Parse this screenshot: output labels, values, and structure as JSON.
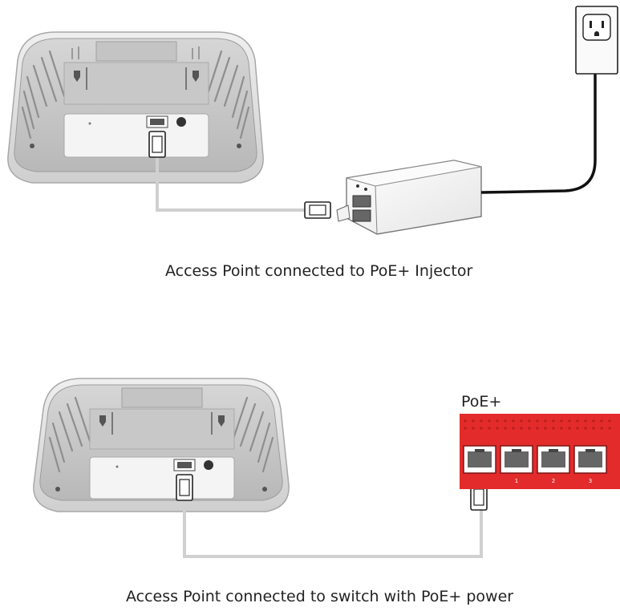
{
  "scenario_injector": {
    "caption": "Access Point connected to PoE+ Injector"
  },
  "scenario_switch": {
    "caption": "Access Point connected to switch with PoE+ power",
    "switch_label": "PoE+",
    "port_numbers": [
      "",
      "1",
      "2",
      "3"
    ]
  },
  "colors": {
    "switch_red": "#e32b2b",
    "access_point_gray": "#c9c9c9",
    "cable_gray": "#cfcfcf",
    "power_cord": "#111111"
  }
}
